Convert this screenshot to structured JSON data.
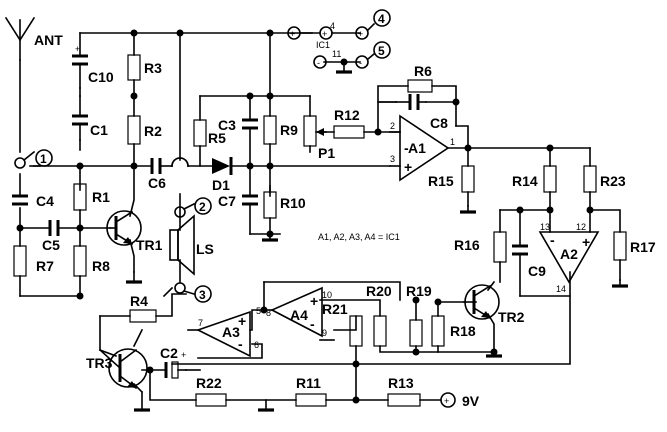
{
  "components": {
    "ant": "ANT",
    "c10": "C10",
    "r3": "R3",
    "c1": "C1",
    "r2": "R2",
    "c4": "C4",
    "c5": "C5",
    "r7": "R7",
    "r1": "R1",
    "r8": "R8",
    "tr1": "TR1",
    "c6": "C6",
    "d1": "D1",
    "r5": "R5",
    "c3": "C3",
    "c7": "C7",
    "r9": "R9",
    "r10": "R10",
    "p1": "P1",
    "r12": "R12",
    "r6": "R6",
    "c8": "C8",
    "a1": "A1",
    "r15": "R15",
    "r14": "R14",
    "r23": "R23",
    "r16": "R16",
    "c9": "C9",
    "a2": "A2",
    "r17": "R17",
    "ls": "LS",
    "r4": "R4",
    "a3": "A3",
    "a4": "A4",
    "r20": "R20",
    "r21": "R21",
    "r19": "R19",
    "r18": "R18",
    "tr2": "TR2",
    "tr3": "TR3",
    "c2": "C2",
    "r22": "R22",
    "r11": "R11",
    "r13": "R13"
  },
  "supply": {
    "voltage": "9V",
    "ic_label": "IC1",
    "pin_plus": "4",
    "pin_minus": "11",
    "ic_note": "A1, A2, A3, A4 = IC1"
  },
  "test_points": [
    "1",
    "2",
    "3",
    "4",
    "5"
  ],
  "polarity": {
    "plus": "+",
    "minus": "-"
  },
  "pins": {
    "a1_2": "2",
    "a1_3": "3",
    "a1_1": "1",
    "a2_13": "13",
    "a2_12": "12",
    "a2_14": "14",
    "a3_5": "5",
    "a3_6": "6",
    "a3_7": "7",
    "a4_8": "8",
    "a4_9": "9",
    "a4_10": "10"
  }
}
